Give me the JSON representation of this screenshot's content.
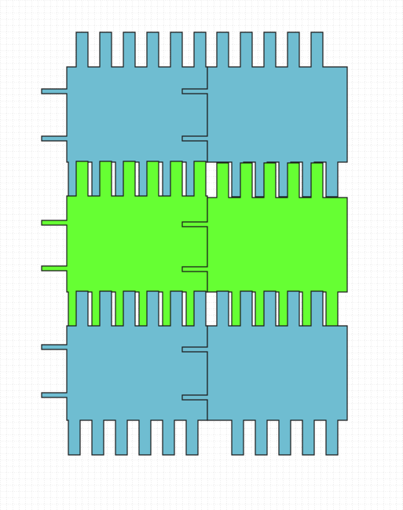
{
  "canvas": {
    "background": "#ffffff",
    "grid_color": "#c4c4c4"
  },
  "colors": {
    "blue_piece": "#6fbdd1",
    "green_piece": "#66ff33",
    "outline": "#1a1a1a"
  },
  "pieces": [
    {
      "name": "blue-piece-top-left",
      "color_key": "blue_piece"
    },
    {
      "name": "blue-piece-top-right",
      "color_key": "blue_piece"
    },
    {
      "name": "green-piece-middle-left",
      "color_key": "green_piece"
    },
    {
      "name": "green-piece-middle-right",
      "color_key": "green_piece"
    },
    {
      "name": "blue-piece-bottom-left",
      "color_key": "blue_piece"
    },
    {
      "name": "blue-piece-bottom-right",
      "color_key": "blue_piece"
    }
  ]
}
